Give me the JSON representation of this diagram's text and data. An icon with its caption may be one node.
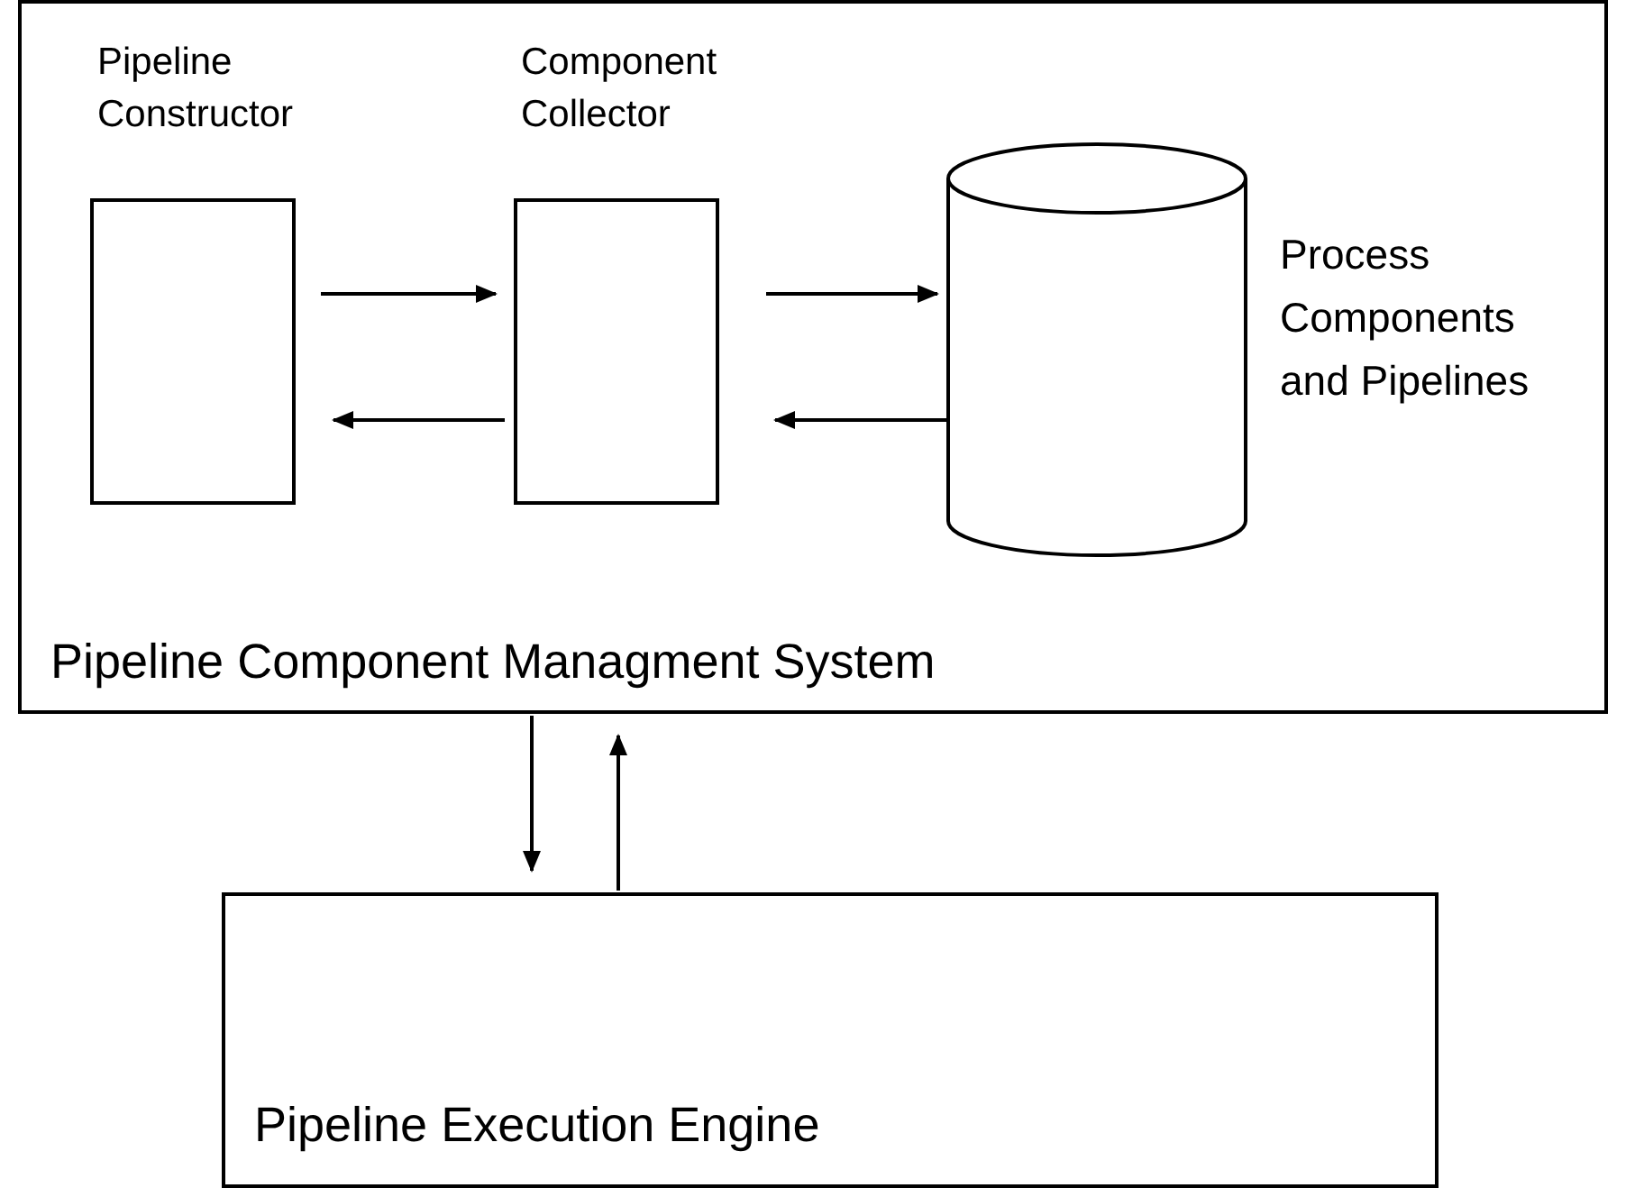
{
  "diagram": {
    "nodes": [
      {
        "text": [
          "Pipeline Component Managment System"
        ]
      },
      {
        "text": [
          "Pipeline Constructor"
        ],
        "in": 0
      },
      {
        "text": [
          "Component Collector"
        ],
        "in": 0
      },
      {
        "text": [],
        "shape": "cylinder",
        "beside": [
          "Process Components and Pipelines"
        ],
        "in": 0
      },
      {
        "text": [
          "Pipeline Execution Engine"
        ]
      }
    ],
    "edges": [
      {
        "from": 1,
        "to": 2,
        "arrow": "to"
      },
      {
        "from": 2,
        "to": 1,
        "arrow": "to"
      },
      {
        "from": 2,
        "to": 3,
        "arrow": "to"
      },
      {
        "from": 3,
        "to": 2,
        "arrow": "to"
      },
      {
        "from": 0,
        "to": 4,
        "arrow": "to"
      },
      {
        "from": 4,
        "to": 0,
        "arrow": "to"
      }
    ]
  }
}
